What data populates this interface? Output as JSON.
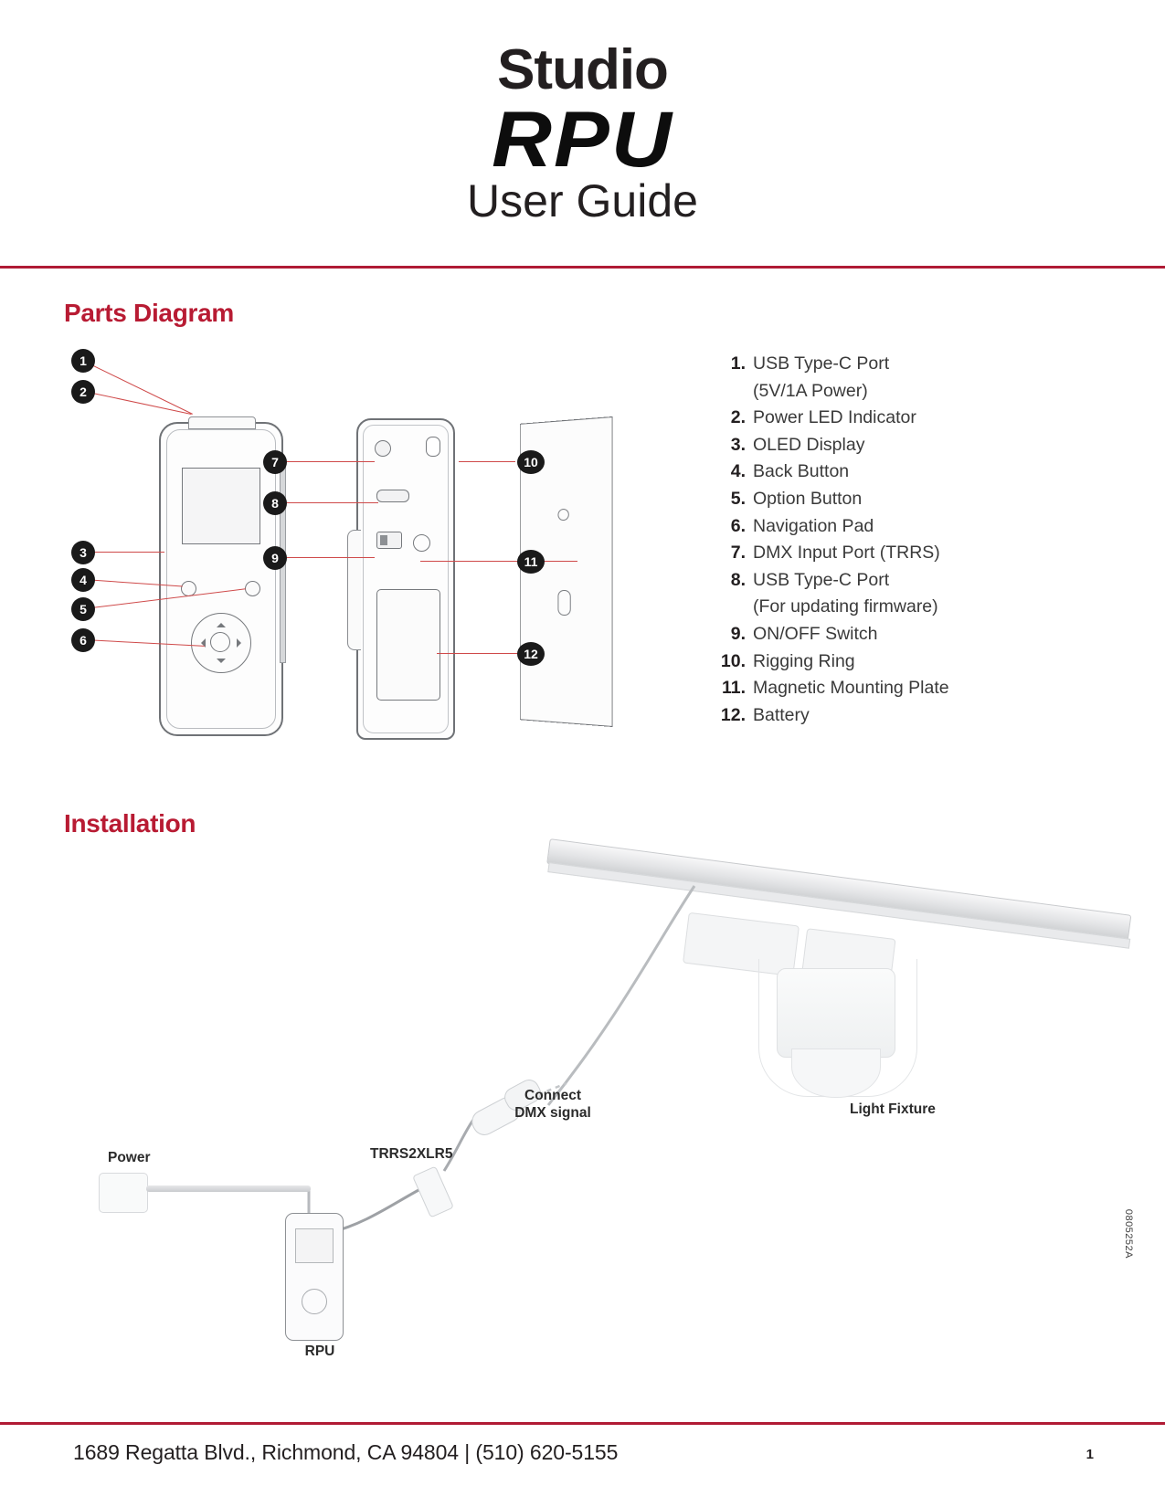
{
  "header": {
    "brand_line": "Studio",
    "product": "RPU",
    "subtitle": "User Guide"
  },
  "sections": {
    "parts_diagram": "Parts Diagram",
    "installation": "Installation"
  },
  "parts_list": [
    {
      "num": "1.",
      "label": "USB Type-C Port",
      "sub": "(5V/1A Power)"
    },
    {
      "num": "2.",
      "label": "Power LED Indicator",
      "sub": ""
    },
    {
      "num": "3.",
      "label": "OLED Display",
      "sub": ""
    },
    {
      "num": "4.",
      "label": "Back Button",
      "sub": ""
    },
    {
      "num": "5.",
      "label": "Option Button",
      "sub": ""
    },
    {
      "num": "6.",
      "label": "Navigation Pad",
      "sub": ""
    },
    {
      "num": "7.",
      "label": "DMX Input Port (TRRS)",
      "sub": ""
    },
    {
      "num": "8.",
      "label": "USB Type-C Port",
      "sub": "(For updating firmware)"
    },
    {
      "num": "9.",
      "label": "ON/OFF Switch",
      "sub": ""
    },
    {
      "num": "10.",
      "label": "Rigging Ring",
      "sub": ""
    },
    {
      "num": "11.",
      "label": "Magnetic Mounting Plate",
      "sub": ""
    },
    {
      "num": "12.",
      "label": "Battery",
      "sub": ""
    }
  ],
  "callouts": {
    "c1": "1",
    "c2": "2",
    "c3": "3",
    "c4": "4",
    "c5": "5",
    "c6": "6",
    "c7": "7",
    "c8": "8",
    "c9": "9",
    "c10": "10",
    "c11": "11",
    "c12": "12"
  },
  "installation_labels": {
    "connect_dmx": "Connect\nDMX signal",
    "power": "Power",
    "trrs2xlr5": "TRRS2XLR5",
    "light_fixture": "Light Fixture",
    "rpu": "RPU"
  },
  "doc_code": "0805252A",
  "footer": {
    "address": "1689 Regatta Blvd., Richmond, CA 94804  |  (510) 620-5155",
    "page_number": "1"
  },
  "colors": {
    "accent_red": "#b81b33",
    "rule_red": "#b01b35",
    "text": "#231f20",
    "leader": "#cf4a4a"
  }
}
